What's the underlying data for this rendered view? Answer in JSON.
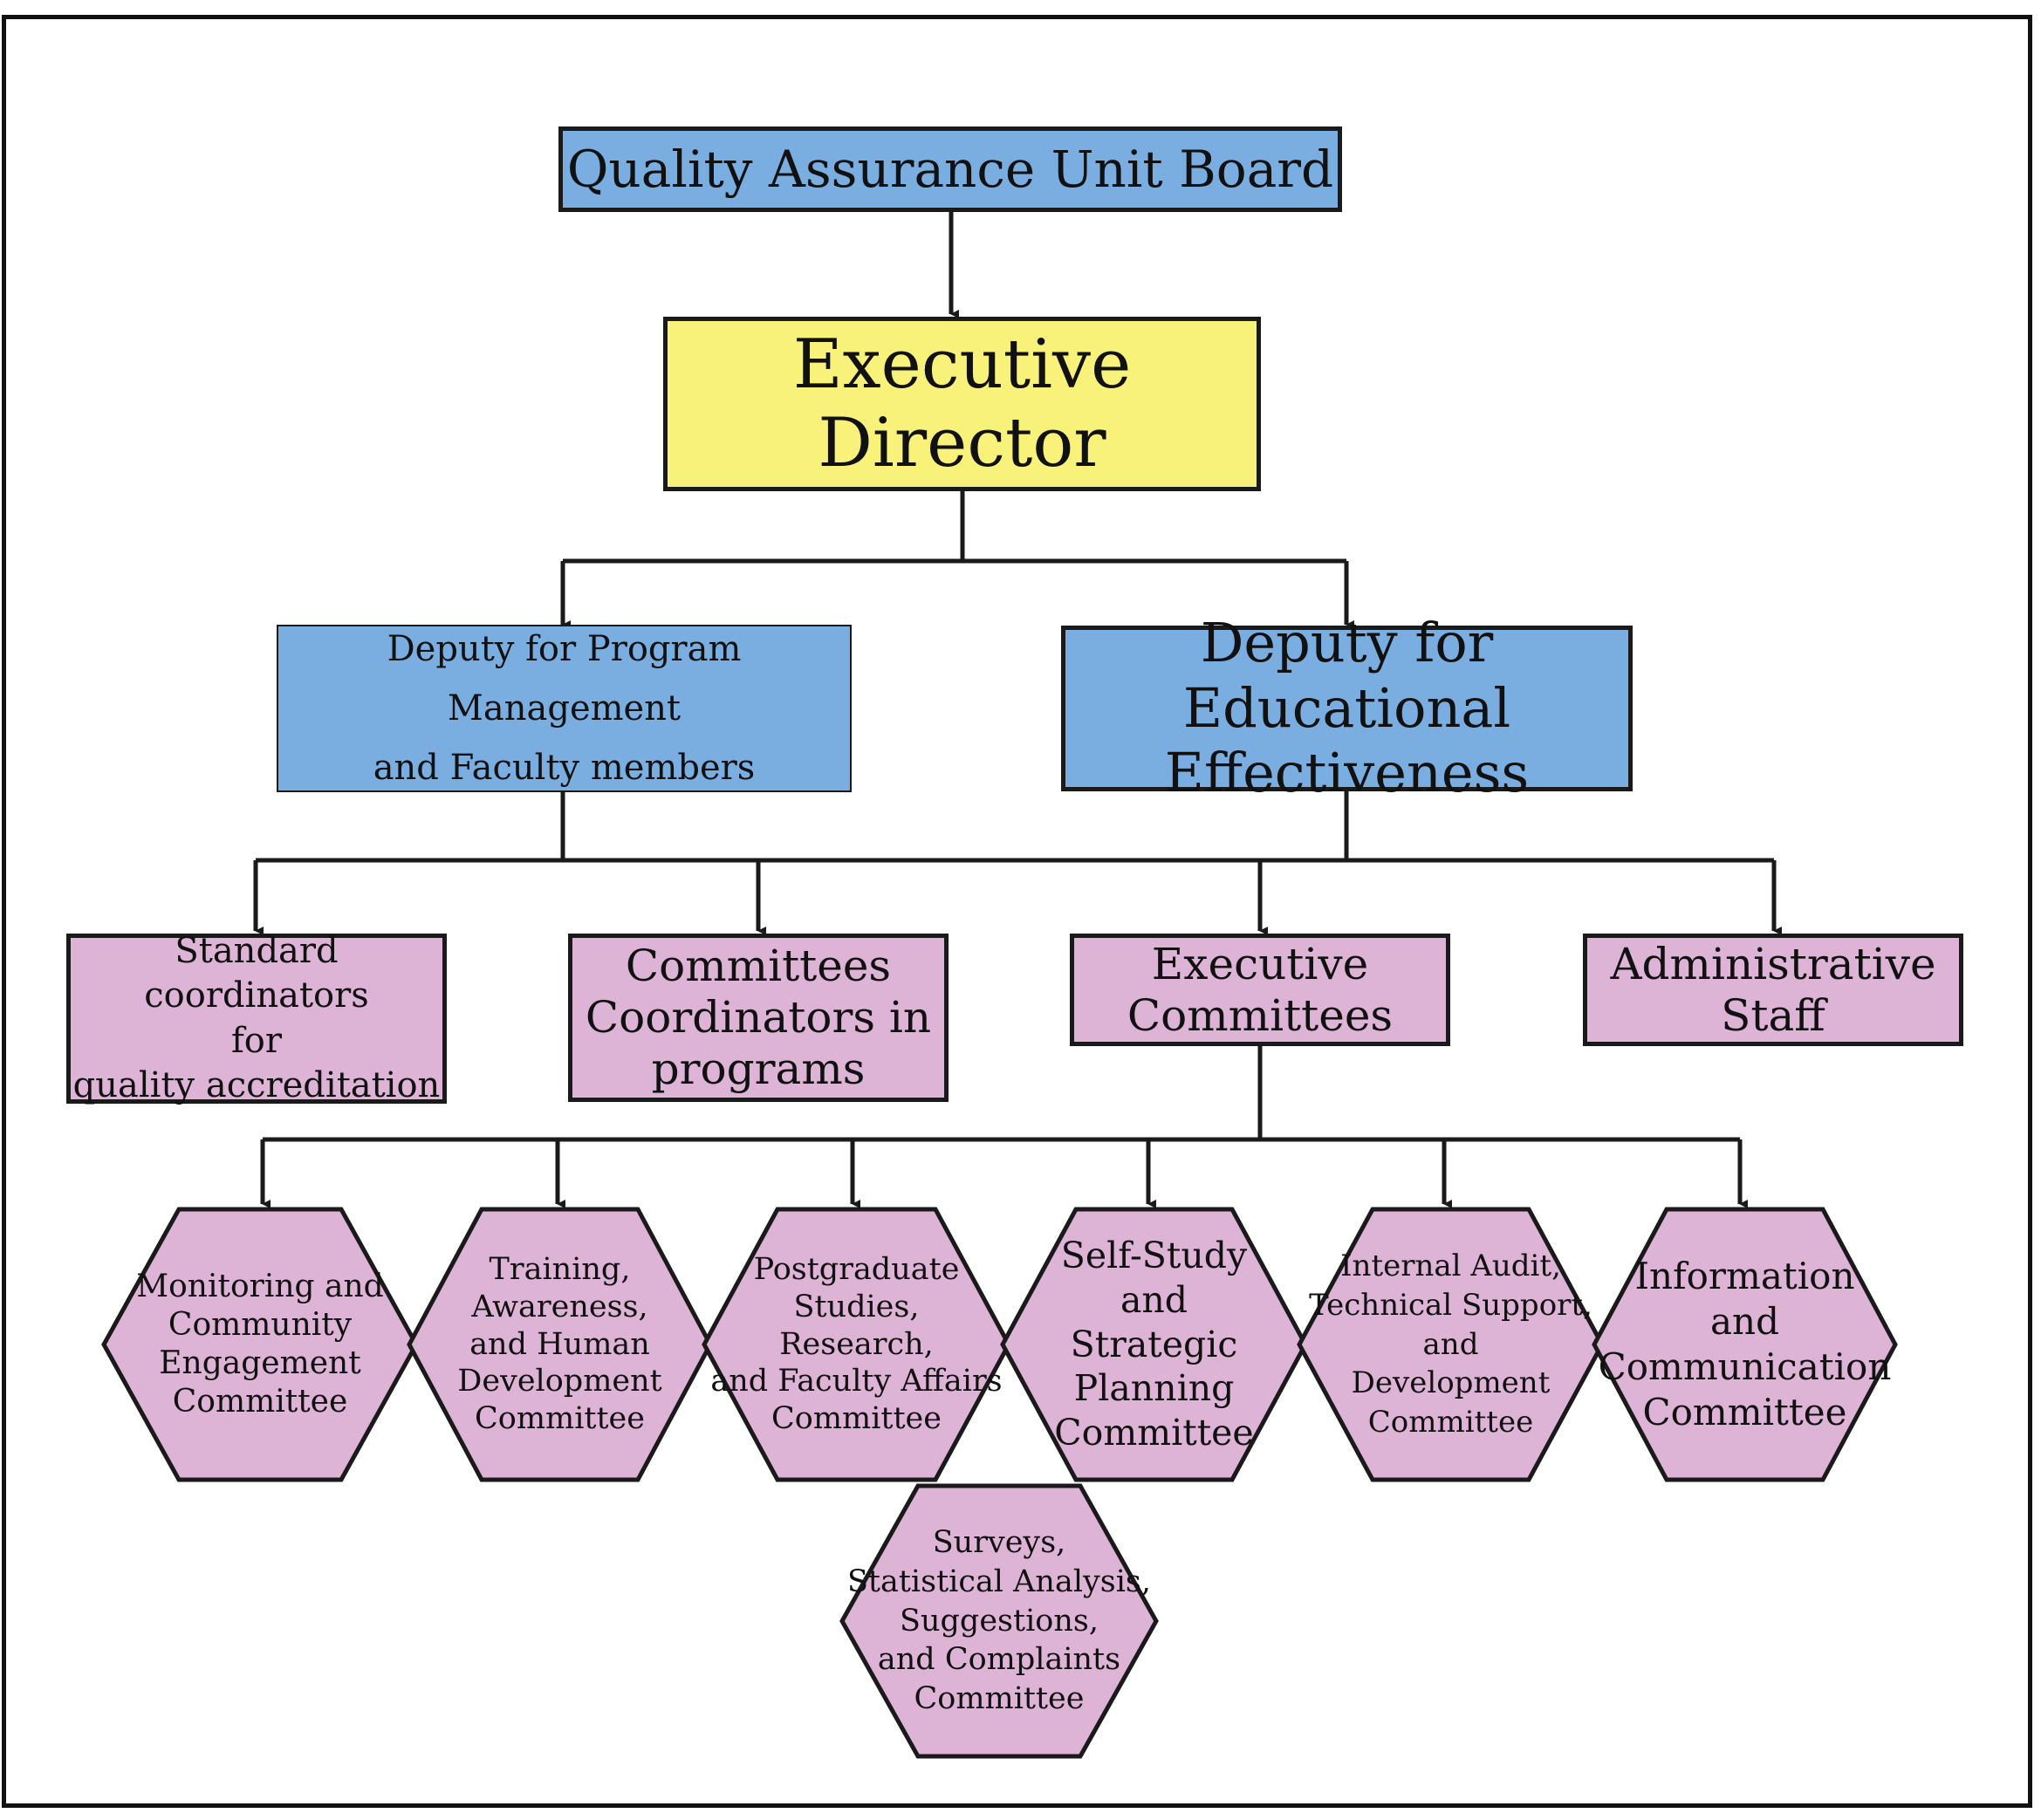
{
  "colors": {
    "blue": "#7aaee0",
    "yellow": "#f8f27a",
    "pink": "#ddb3d6",
    "line": "#1a1a1a"
  },
  "nodes": {
    "board": "Quality Assurance Unit Board",
    "director": "Executive Director",
    "deputy_program": "Deputy for Program Management\nand Faculty members",
    "deputy_effectiveness": "Deputy for Educational\nEffectiveness",
    "standard_coordinators": "Standard coordinators\nfor\nquality accreditation",
    "committees_coordinators": "Committees\nCoordinators in\nprograms",
    "executive_committees": "Executive\nCommittees",
    "administrative_staff": "Administrative\nStaff"
  },
  "committees": [
    "Monitoring and\nCommunity\nEngagement\nCommittee",
    "Training,\nAwareness,\nand Human\nDevelopment\nCommittee",
    "Postgraduate\nStudies,\nResearch,\nand Faculty Affairs\nCommittee",
    "Self-Study\nand\nStrategic\nPlanning\nCommittee",
    "Internal Audit,\nTechnical Support,\nand\nDevelopment\nCommittee",
    "Information\nand\nCommunication\nCommittee",
    "Surveys,\nStatistical Analysis,\nSuggestions,\nand Complaints\nCommittee"
  ]
}
